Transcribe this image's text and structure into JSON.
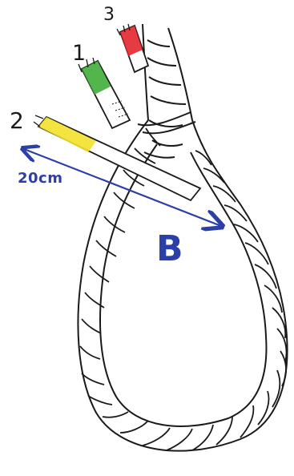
{
  "labels": {
    "strand_3": "3",
    "strand_1": "1",
    "strand_2": "2",
    "distance": "20cm",
    "loop": "B"
  },
  "colors": {
    "strand_1_tape": "#3fae3a",
    "strand_2_tape": "#f2e12a",
    "strand_3_tape": "#e2262c",
    "annotation": "#2c3fa6",
    "rope_outline": "#1a1a1a",
    "rope_fill": "#ffffff"
  }
}
